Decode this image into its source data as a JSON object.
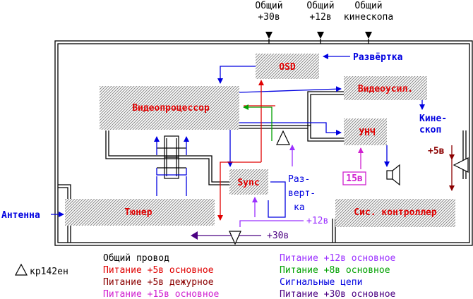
{
  "colors": {
    "red": "#e00000",
    "dark_red": "#8b0000",
    "magenta": "#d020d0",
    "purple": "#9b30ff",
    "green": "#00a000",
    "blue": "#0000e0",
    "indigo": "#4b0082",
    "black": "#000000"
  },
  "top_labels": {
    "common_30": [
      "Общий",
      "+30в"
    ],
    "common_12": [
      "Общий",
      "+12в"
    ],
    "common_crt": [
      "Общий",
      "кинескопа"
    ]
  },
  "blocks": {
    "osd": "OSD",
    "videoproc": "Видеопроцессор",
    "videoamp": "Видеоусил.",
    "unch": "УНЧ",
    "sync": "Sync",
    "tuner": "Тюнер",
    "controller": "Сис. контроллер"
  },
  "labels": {
    "razvertka_top": "Развёртка",
    "kineskop": [
      "Кине-",
      "скоп"
    ],
    "razvertka_mid": [
      "Раз-",
      "верт-",
      "ка"
    ],
    "antenna": "Антенна",
    "plus5v": "+5в",
    "plus12v": "+12в",
    "plus30v": "+30в",
    "v15": "15в"
  },
  "legend": {
    "regulator": "кр142ен",
    "items": [
      {
        "text": "Общий провод",
        "color": "#000000"
      },
      {
        "text": "Питание +5в основное",
        "color": "#e00000"
      },
      {
        "text": "Питание +5в дежурное",
        "color": "#8b0000"
      },
      {
        "text": "Питание +15в основное",
        "color": "#d020d0"
      },
      {
        "text": "Питание +12в основное",
        "color": "#9b30ff"
      },
      {
        "text": "Питание +8в основное",
        "color": "#00a000"
      },
      {
        "text": "Сигнальные цепи",
        "color": "#0000e0"
      },
      {
        "text": "Питание +30в основное",
        "color": "#4b0082"
      }
    ]
  }
}
